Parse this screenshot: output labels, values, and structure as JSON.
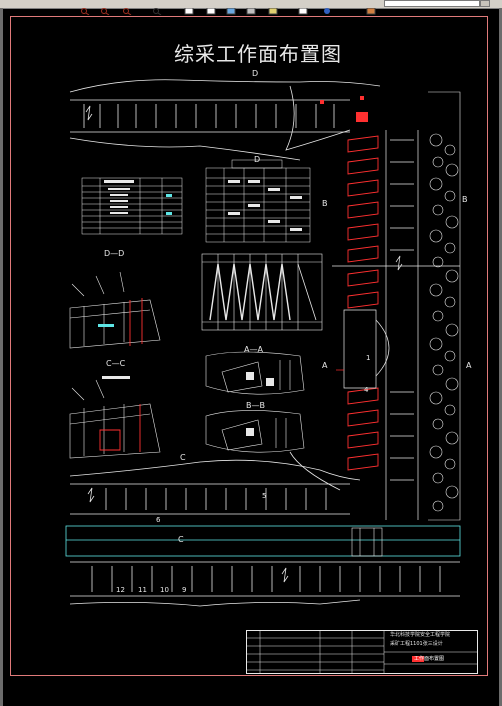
{
  "title": "综采工作面布置图",
  "section_labels": {
    "d_top": "D",
    "d_mid": "D",
    "b_right": "B",
    "b_left": "B",
    "a_left": "A",
    "a_right": "A",
    "c_top": "C",
    "c_bottom": "C"
  },
  "section_views": {
    "dd": "D—D",
    "cc": "C—C",
    "aa": "A—A",
    "bb": "B—B"
  },
  "roadway_numbers": {
    "n12": "12",
    "n11": "11",
    "n10": "10",
    "n9": "9",
    "n1": "1",
    "n4": "4",
    "n5": "5",
    "n6": "6"
  },
  "title_block": {
    "school_line1": "华北科技学院安全工程学院",
    "school_line2": "采矿工程1101张三设计",
    "drawing_name": "工作面布置图"
  },
  "colors": {
    "line": "#e8e8e8",
    "red": "#ff3030",
    "cyan": "#5ee6e6",
    "border": "#e07a7a"
  }
}
